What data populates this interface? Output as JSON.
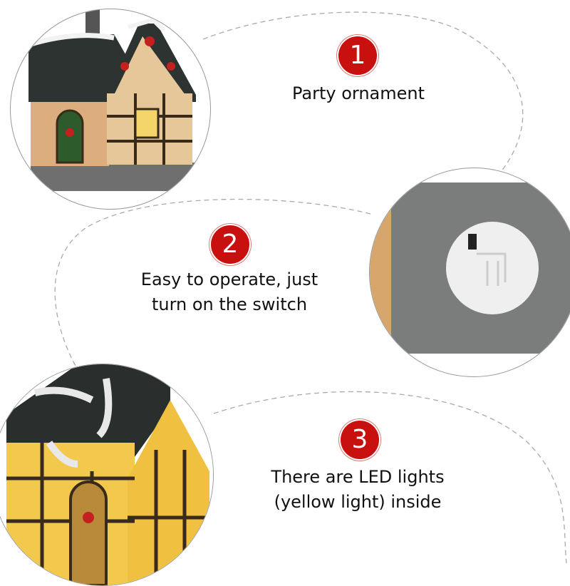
{
  "features": [
    {
      "number": "1",
      "lines": [
        "Party ornament"
      ]
    },
    {
      "number": "2",
      "lines": [
        "Easy to operate, just",
        "turn on the switch"
      ]
    },
    {
      "number": "3",
      "lines": [
        "There are LED lights",
        "(yellow light) inside"
      ]
    }
  ],
  "colors": {
    "badge": "#c8100e",
    "dash": "#aaaaaa"
  }
}
